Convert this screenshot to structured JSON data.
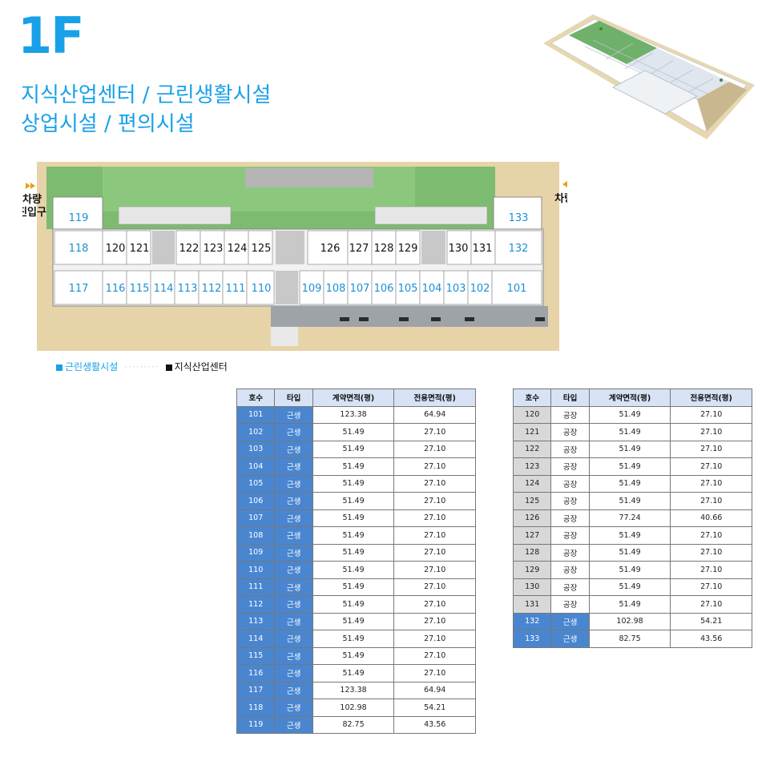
{
  "header": {
    "floor": "1F",
    "subtitle_line1": "지식산업센터 / 근린생활시설",
    "subtitle_line2": "상업시설 / 편의시설"
  },
  "plan": {
    "entrance_label_1": "차량",
    "entrance_label_2": "진입구",
    "exit_label": "차량출구",
    "units_top_blue": [
      "119",
      "133"
    ],
    "units_mid_blue": [
      "118",
      "132"
    ],
    "units_mid_black_left": [
      "120",
      "121",
      "122",
      "123",
      "124",
      "125"
    ],
    "units_mid_black_right": [
      "126",
      "127",
      "128",
      "129",
      "130",
      "131"
    ],
    "units_bottom_blue_left": [
      "117",
      "116",
      "115",
      "114",
      "113",
      "112",
      "111",
      "110"
    ],
    "units_bottom_blue_right": [
      "109",
      "108",
      "107",
      "106",
      "105",
      "104",
      "103",
      "102",
      "101"
    ]
  },
  "legend": {
    "blue_label": "근린생활시설",
    "black_label": "지식산업센터",
    "blue_color": "#18a1e8",
    "black_color": "#111111"
  },
  "table_headers": [
    "호수",
    "타입",
    "계약면적(평)",
    "전용면적(평)"
  ],
  "table_left": [
    {
      "unit": "101",
      "type": "근생",
      "contract": "123.38",
      "exclusive": "64.94"
    },
    {
      "unit": "102",
      "type": "근생",
      "contract": "51.49",
      "exclusive": "27.10"
    },
    {
      "unit": "103",
      "type": "근생",
      "contract": "51.49",
      "exclusive": "27.10"
    },
    {
      "unit": "104",
      "type": "근생",
      "contract": "51.49",
      "exclusive": "27.10"
    },
    {
      "unit": "105",
      "type": "근생",
      "contract": "51.49",
      "exclusive": "27.10"
    },
    {
      "unit": "106",
      "type": "근생",
      "contract": "51.49",
      "exclusive": "27.10"
    },
    {
      "unit": "107",
      "type": "근생",
      "contract": "51.49",
      "exclusive": "27.10"
    },
    {
      "unit": "108",
      "type": "근생",
      "contract": "51.49",
      "exclusive": "27.10"
    },
    {
      "unit": "109",
      "type": "근생",
      "contract": "51.49",
      "exclusive": "27.10"
    },
    {
      "unit": "110",
      "type": "근생",
      "contract": "51.49",
      "exclusive": "27.10"
    },
    {
      "unit": "111",
      "type": "근생",
      "contract": "51.49",
      "exclusive": "27.10"
    },
    {
      "unit": "112",
      "type": "근생",
      "contract": "51.49",
      "exclusive": "27.10"
    },
    {
      "unit": "113",
      "type": "근생",
      "contract": "51.49",
      "exclusive": "27.10"
    },
    {
      "unit": "114",
      "type": "근생",
      "contract": "51.49",
      "exclusive": "27.10"
    },
    {
      "unit": "115",
      "type": "근생",
      "contract": "51.49",
      "exclusive": "27.10"
    },
    {
      "unit": "116",
      "type": "근생",
      "contract": "51.49",
      "exclusive": "27.10"
    },
    {
      "unit": "117",
      "type": "근생",
      "contract": "123.38",
      "exclusive": "64.94"
    },
    {
      "unit": "118",
      "type": "근생",
      "contract": "102.98",
      "exclusive": "54.21"
    },
    {
      "unit": "119",
      "type": "근생",
      "contract": "82.75",
      "exclusive": "43.56"
    }
  ],
  "table_right": [
    {
      "unit": "120",
      "type": "공장",
      "contract": "51.49",
      "exclusive": "27.10"
    },
    {
      "unit": "121",
      "type": "공장",
      "contract": "51.49",
      "exclusive": "27.10"
    },
    {
      "unit": "122",
      "type": "공장",
      "contract": "51.49",
      "exclusive": "27.10"
    },
    {
      "unit": "123",
      "type": "공장",
      "contract": "51.49",
      "exclusive": "27.10"
    },
    {
      "unit": "124",
      "type": "공장",
      "contract": "51.49",
      "exclusive": "27.10"
    },
    {
      "unit": "125",
      "type": "공장",
      "contract": "51.49",
      "exclusive": "27.10"
    },
    {
      "unit": "126",
      "type": "공장",
      "contract": "77.24",
      "exclusive": "40.66"
    },
    {
      "unit": "127",
      "type": "공장",
      "contract": "51.49",
      "exclusive": "27.10"
    },
    {
      "unit": "128",
      "type": "공장",
      "contract": "51.49",
      "exclusive": "27.10"
    },
    {
      "unit": "129",
      "type": "공장",
      "contract": "51.49",
      "exclusive": "27.10"
    },
    {
      "unit": "130",
      "type": "공장",
      "contract": "51.49",
      "exclusive": "27.10"
    },
    {
      "unit": "131",
      "type": "공장",
      "contract": "51.49",
      "exclusive": "27.10"
    },
    {
      "unit": "132",
      "type": "근생",
      "contract": "102.98",
      "exclusive": "54.21"
    },
    {
      "unit": "133",
      "type": "근생",
      "contract": "82.75",
      "exclusive": "43.56"
    }
  ]
}
